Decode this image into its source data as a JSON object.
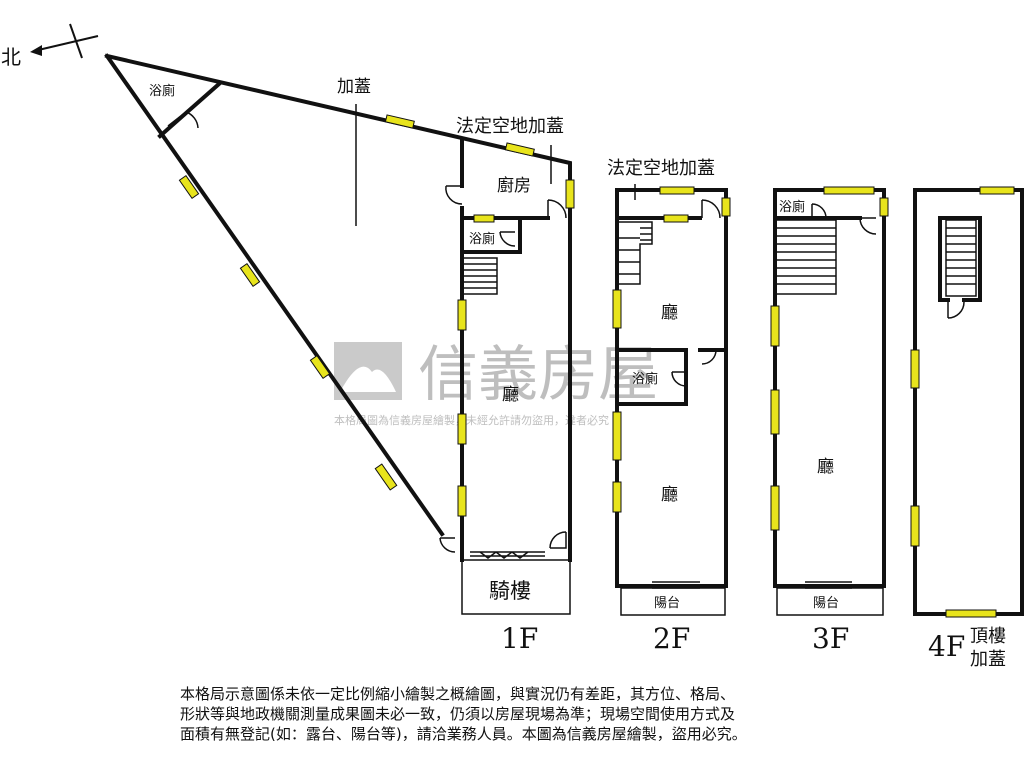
{
  "compass": {
    "north_label": "北"
  },
  "floor1": {
    "label": "1F",
    "rooms": {
      "extension": "加蓋",
      "legal_extension": "法定空地加蓋",
      "kitchen": "廚房",
      "bath_small": "浴廁",
      "bath_corner": "浴廁",
      "living": "廳",
      "arcade": "騎樓"
    }
  },
  "floor2": {
    "label": "2F",
    "rooms": {
      "legal_extension": "法定空地加蓋",
      "living_upper": "廳",
      "bath": "浴廁",
      "living_lower": "廳",
      "balcony": "陽台"
    }
  },
  "floor3": {
    "label": "3F",
    "rooms": {
      "bath": "浴廁",
      "living": "廳",
      "balcony": "陽台"
    }
  },
  "floor4": {
    "label": "4F",
    "rooftop_label_line1": "頂樓",
    "rooftop_label_line2": "加蓋"
  },
  "watermark": {
    "brand": "信義房屋",
    "notice": "本格局圖為信義房屋繪製，未經允許請勿盜用，違者必究"
  },
  "disclaimer": {
    "line1": "本格局示意圖係未依一定比例縮小繪製之概繪圖，與實況仍有差距，其方位、格局、",
    "line2": "形狀等與地政機關測量成果圖未必一致，仍須以房屋現場為準；現場空間使用方式及",
    "line3": "面積有無登記(如：露台、陽台等)，請洽業務人員。本圖為信義房屋繪製，盜用必究。"
  },
  "colors": {
    "window": "#e8e41c",
    "wall": "#111111",
    "watermark": "#8a8a8a"
  }
}
